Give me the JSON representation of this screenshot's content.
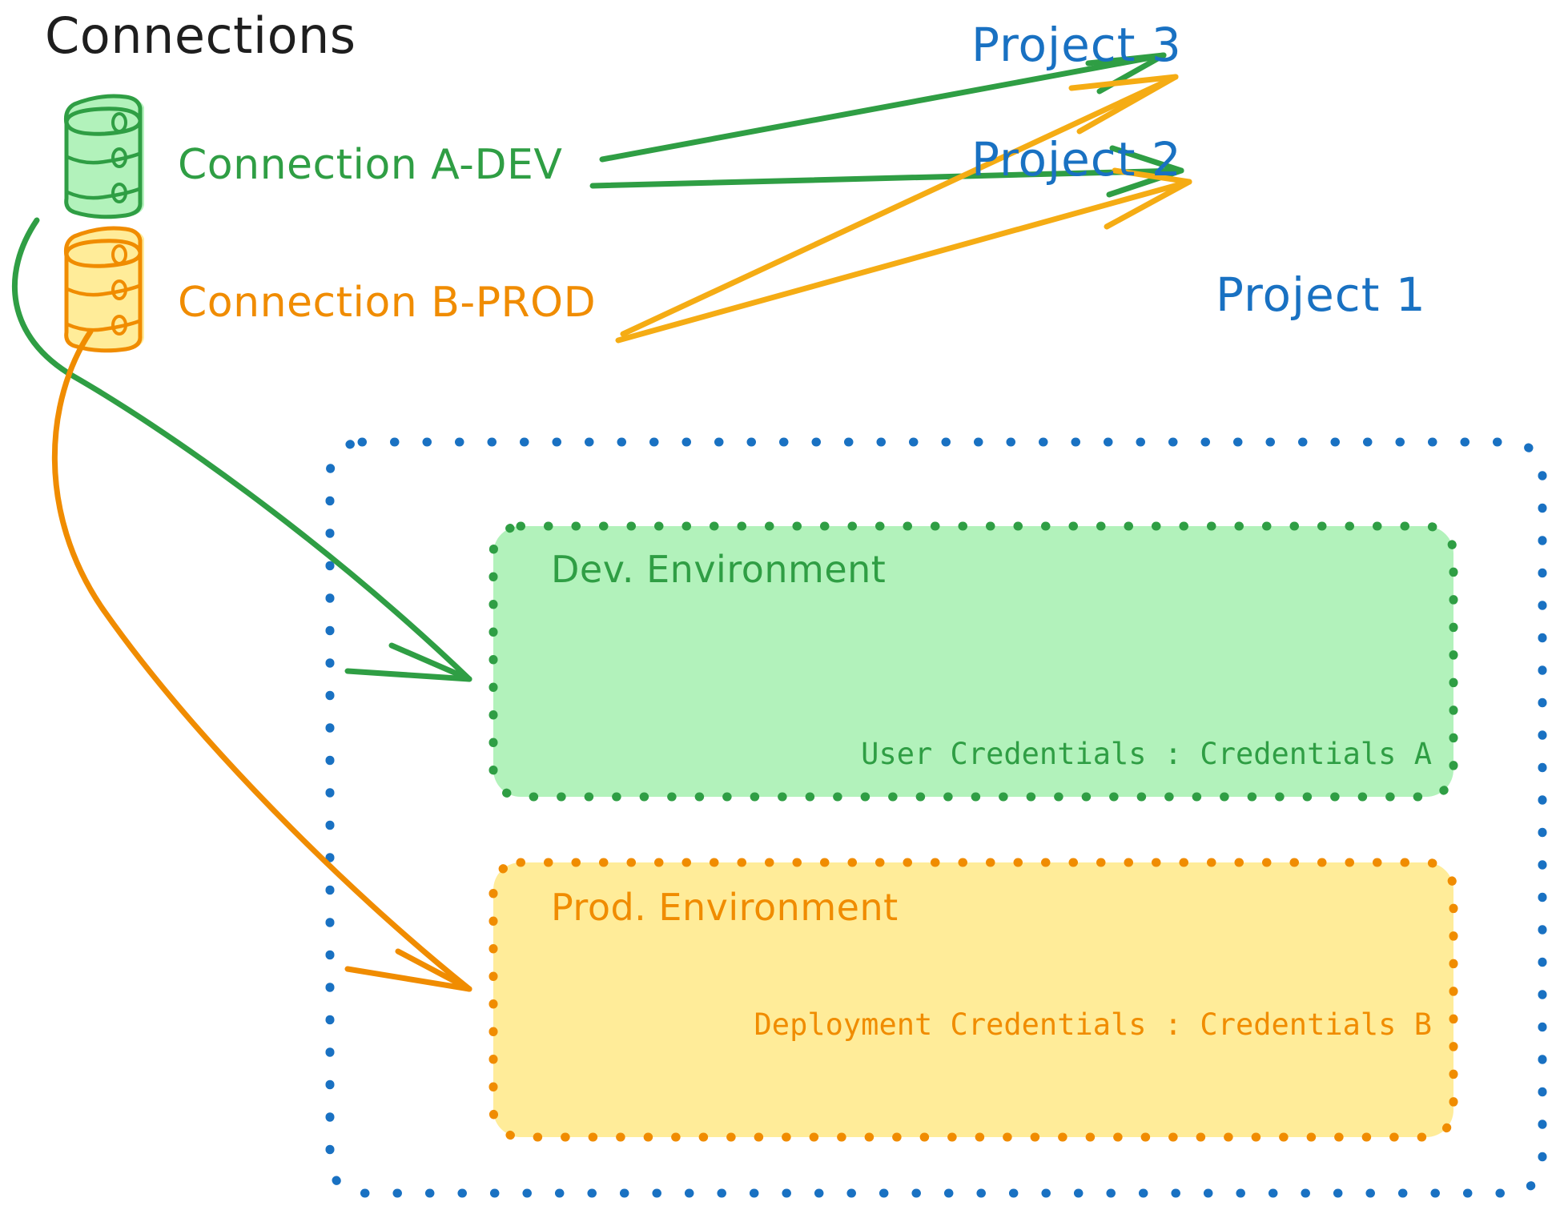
{
  "diagram": {
    "title": "Connections",
    "colors": {
      "green_stroke": "#2f9e44",
      "green_fill": "#b2f2bb",
      "orange_stroke": "#f08c00",
      "orange_fill": "#ffec99",
      "orange_arrow": "#f5ac14",
      "blue": "#1971c2",
      "black": "#1e1e1e"
    },
    "connections": [
      {
        "id": "a-dev",
        "label": "Connection A-DEV",
        "icon": "database-icon",
        "color": "#2f9e44"
      },
      {
        "id": "b-prod",
        "label": "Connection B-PROD",
        "icon": "database-icon",
        "color": "#f08c00"
      }
    ],
    "projects": [
      {
        "id": "project-3",
        "label": "Project 3"
      },
      {
        "id": "project-2",
        "label": "Project 2"
      },
      {
        "id": "project-1",
        "label": "Project 1"
      }
    ],
    "project1_container": {
      "label": "Project 1",
      "environments": [
        {
          "id": "dev",
          "title": "Dev. Environment",
          "credential_label": "User Credentials",
          "credential_value": "Credentials A",
          "credential_line": "User Credentials : Credentials A",
          "stroke": "#2f9e44",
          "fill": "#b2f2bb"
        },
        {
          "id": "prod",
          "title": "Prod. Environment",
          "credential_label": "Deployment Credentials",
          "credential_value": "Credentials B",
          "credential_line": "Deployment Credentials : Credentials B",
          "stroke": "#f08c00",
          "fill": "#ffec99"
        }
      ]
    },
    "edges": [
      {
        "from": "a-dev",
        "to": "project-3",
        "color": "#2f9e44"
      },
      {
        "from": "a-dev",
        "to": "project-2",
        "color": "#2f9e44"
      },
      {
        "from": "a-dev",
        "to": "dev",
        "color": "#2f9e44"
      },
      {
        "from": "b-prod",
        "to": "project-3",
        "color": "#f5ac14"
      },
      {
        "from": "b-prod",
        "to": "project-2",
        "color": "#f5ac14"
      },
      {
        "from": "b-prod",
        "to": "prod",
        "color": "#f08c00"
      }
    ]
  }
}
